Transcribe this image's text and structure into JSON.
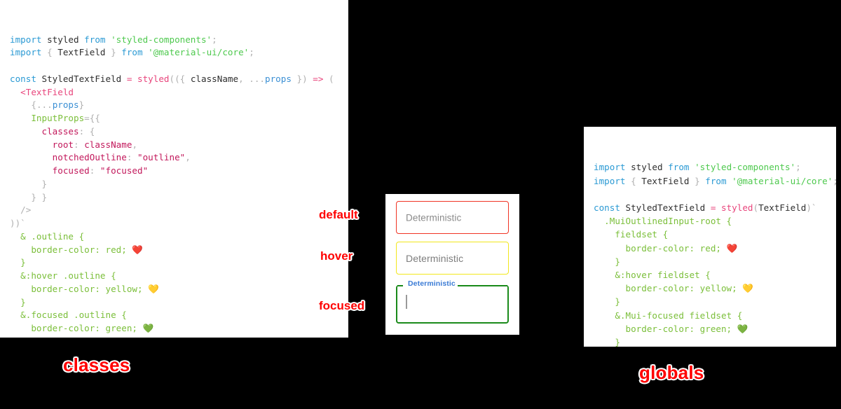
{
  "panels": {
    "classes": {
      "title": "classes",
      "lines": [
        [
          {
            "t": "import ",
            "c": "t-kw"
          },
          {
            "t": "styled",
            "c": "t-plain"
          },
          {
            "t": " from ",
            "c": "t-kw"
          },
          {
            "t": "'styled-components'",
            "c": "t-str"
          },
          {
            "t": ";",
            "c": "t-punct"
          }
        ],
        [
          {
            "t": "import ",
            "c": "t-kw"
          },
          {
            "t": "{",
            "c": "t-punct"
          },
          {
            "t": " TextField ",
            "c": "t-plain"
          },
          {
            "t": "}",
            "c": "t-punct"
          },
          {
            "t": " from ",
            "c": "t-kw"
          },
          {
            "t": "'@material-ui/core'",
            "c": "t-str"
          },
          {
            "t": ";",
            "c": "t-punct"
          }
        ],
        [
          {
            "t": "",
            "c": "t-plain"
          }
        ],
        [
          {
            "t": "const ",
            "c": "t-kw"
          },
          {
            "t": "StyledTextField",
            "c": "t-plain"
          },
          {
            "t": " = ",
            "c": "t-fn"
          },
          {
            "t": "styled",
            "c": "t-fn"
          },
          {
            "t": "((",
            "c": "t-punct"
          },
          {
            "t": "{ ",
            "c": "t-punct"
          },
          {
            "t": "className",
            "c": "t-plain"
          },
          {
            "t": ", ",
            "c": "t-punct"
          },
          {
            "t": "...",
            "c": "t-punct"
          },
          {
            "t": "props",
            "c": "t-var"
          },
          {
            "t": " }",
            "c": "t-punct"
          },
          {
            "t": ")",
            "c": "t-punct"
          },
          {
            "t": " => ",
            "c": "t-fn"
          },
          {
            "t": "(",
            "c": "t-punct"
          }
        ],
        [
          {
            "t": "  ",
            "c": "t-plain"
          },
          {
            "t": "<TextField",
            "c": "t-fn"
          }
        ],
        [
          {
            "t": "    ",
            "c": "t-plain"
          },
          {
            "t": "{",
            "c": "t-punct"
          },
          {
            "t": "...",
            "c": "t-punct"
          },
          {
            "t": "props",
            "c": "t-var"
          },
          {
            "t": "}",
            "c": "t-punct"
          }
        ],
        [
          {
            "t": "    ",
            "c": "t-plain"
          },
          {
            "t": "InputProps",
            "c": "t-attr"
          },
          {
            "t": "=",
            "c": "t-punct"
          },
          {
            "t": "{{",
            "c": "t-punct"
          }
        ],
        [
          {
            "t": "      ",
            "c": "t-plain"
          },
          {
            "t": "classes",
            "c": "t-prop"
          },
          {
            "t": ": ",
            "c": "t-punct"
          },
          {
            "t": "{",
            "c": "t-punct"
          }
        ],
        [
          {
            "t": "        ",
            "c": "t-plain"
          },
          {
            "t": "root",
            "c": "t-prop"
          },
          {
            "t": ": ",
            "c": "t-punct"
          },
          {
            "t": "className",
            "c": "t-prop"
          },
          {
            "t": ",",
            "c": "t-punct"
          }
        ],
        [
          {
            "t": "        ",
            "c": "t-plain"
          },
          {
            "t": "notchedOutline",
            "c": "t-prop"
          },
          {
            "t": ": ",
            "c": "t-punct"
          },
          {
            "t": "\"outline\"",
            "c": "t-prop"
          },
          {
            "t": ",",
            "c": "t-punct"
          }
        ],
        [
          {
            "t": "        ",
            "c": "t-plain"
          },
          {
            "t": "focused",
            "c": "t-prop"
          },
          {
            "t": ": ",
            "c": "t-punct"
          },
          {
            "t": "\"focused\"",
            "c": "t-prop"
          }
        ],
        [
          {
            "t": "      ",
            "c": "t-plain"
          },
          {
            "t": "}",
            "c": "t-punct"
          }
        ],
        [
          {
            "t": "    ",
            "c": "t-plain"
          },
          {
            "t": "} }",
            "c": "t-punct"
          }
        ],
        [
          {
            "t": "  ",
            "c": "t-plain"
          },
          {
            "t": "/>",
            "c": "t-punct"
          }
        ],
        [
          {
            "t": "))`",
            "c": "t-punct"
          }
        ],
        [
          {
            "t": "  ",
            "c": "t-plain"
          },
          {
            "t": "& .outline {",
            "c": "t-css"
          }
        ],
        [
          {
            "t": "    ",
            "c": "t-plain"
          },
          {
            "t": "border-color: red; ",
            "c": "t-css"
          },
          {
            "t": "❤️",
            "c": "emoji"
          }
        ],
        [
          {
            "t": "  ",
            "c": "t-plain"
          },
          {
            "t": "}",
            "c": "t-css"
          }
        ],
        [
          {
            "t": "  ",
            "c": "t-plain"
          },
          {
            "t": "&:hover .outline {",
            "c": "t-css"
          }
        ],
        [
          {
            "t": "    ",
            "c": "t-plain"
          },
          {
            "t": "border-color: yellow; ",
            "c": "t-css"
          },
          {
            "t": "💛",
            "c": "emoji"
          }
        ],
        [
          {
            "t": "  ",
            "c": "t-plain"
          },
          {
            "t": "}",
            "c": "t-css"
          }
        ],
        [
          {
            "t": "  ",
            "c": "t-plain"
          },
          {
            "t": "&.focused .outline {",
            "c": "t-css"
          }
        ],
        [
          {
            "t": "    ",
            "c": "t-plain"
          },
          {
            "t": "border-color: green; ",
            "c": "t-css"
          },
          {
            "t": "💚",
            "c": "emoji"
          }
        ],
        [
          {
            "t": "  ",
            "c": "t-plain"
          },
          {
            "t": "}",
            "c": "t-css"
          }
        ],
        [
          {
            "t": "`;",
            "c": "t-punct"
          }
        ]
      ]
    },
    "globals": {
      "title": "globals",
      "lines": [
        [
          {
            "t": "import ",
            "c": "t-kw"
          },
          {
            "t": "styled",
            "c": "t-plain"
          },
          {
            "t": " from ",
            "c": "t-kw"
          },
          {
            "t": "'styled-components'",
            "c": "t-str"
          },
          {
            "t": ";",
            "c": "t-punct"
          }
        ],
        [
          {
            "t": "import ",
            "c": "t-kw"
          },
          {
            "t": "{",
            "c": "t-punct"
          },
          {
            "t": " TextField ",
            "c": "t-plain"
          },
          {
            "t": "}",
            "c": "t-punct"
          },
          {
            "t": " from ",
            "c": "t-kw"
          },
          {
            "t": "'@material-ui/core'",
            "c": "t-str"
          },
          {
            "t": ";",
            "c": "t-punct"
          }
        ],
        [
          {
            "t": "",
            "c": "t-plain"
          }
        ],
        [
          {
            "t": "const ",
            "c": "t-kw"
          },
          {
            "t": "StyledTextField",
            "c": "t-plain"
          },
          {
            "t": " = ",
            "c": "t-fn"
          },
          {
            "t": "styled",
            "c": "t-fn"
          },
          {
            "t": "(",
            "c": "t-punct"
          },
          {
            "t": "TextField",
            "c": "t-plain"
          },
          {
            "t": ")`",
            "c": "t-punct"
          }
        ],
        [
          {
            "t": "  ",
            "c": "t-plain"
          },
          {
            "t": ".MuiOutlinedInput-root {",
            "c": "t-css"
          }
        ],
        [
          {
            "t": "    ",
            "c": "t-plain"
          },
          {
            "t": "fieldset {",
            "c": "t-css"
          }
        ],
        [
          {
            "t": "      ",
            "c": "t-plain"
          },
          {
            "t": "border-color: red; ",
            "c": "t-css"
          },
          {
            "t": "❤️",
            "c": "emoji"
          }
        ],
        [
          {
            "t": "    ",
            "c": "t-plain"
          },
          {
            "t": "}",
            "c": "t-css"
          }
        ],
        [
          {
            "t": "    ",
            "c": "t-plain"
          },
          {
            "t": "&:hover fieldset {",
            "c": "t-css"
          }
        ],
        [
          {
            "t": "      ",
            "c": "t-plain"
          },
          {
            "t": "border-color: yellow; ",
            "c": "t-css"
          },
          {
            "t": "💛",
            "c": "emoji"
          }
        ],
        [
          {
            "t": "    ",
            "c": "t-plain"
          },
          {
            "t": "}",
            "c": "t-css"
          }
        ],
        [
          {
            "t": "    ",
            "c": "t-plain"
          },
          {
            "t": "&.Mui-focused fieldset {",
            "c": "t-css"
          }
        ],
        [
          {
            "t": "      ",
            "c": "t-plain"
          },
          {
            "t": "border-color: green; ",
            "c": "t-css"
          },
          {
            "t": "💚",
            "c": "emoji"
          }
        ],
        [
          {
            "t": "    ",
            "c": "t-plain"
          },
          {
            "t": "}",
            "c": "t-css"
          }
        ],
        [
          {
            "t": "  ",
            "c": "t-plain"
          },
          {
            "t": "}",
            "c": "t-css"
          }
        ],
        [
          {
            "t": "`;",
            "c": "t-punct"
          }
        ]
      ]
    }
  },
  "demo": {
    "fields": [
      {
        "state": "default",
        "value": "Deterministic",
        "border_color": "#f03424"
      },
      {
        "state": "hover",
        "value": "Deterministic",
        "border_color": "#f2e71c"
      },
      {
        "state": "focused",
        "label": "Deterministic",
        "value": "",
        "border_color": "#1a8a1a",
        "label_color": "#3a7bd5"
      }
    ]
  },
  "annotations": {
    "state_default": "default",
    "state_hover": "hover",
    "state_focused": "focused"
  },
  "colors": {
    "background": "#000000",
    "panel": "#ffffff",
    "annotation": "#ff0000",
    "red": "#f03424",
    "yellow": "#f2e71c",
    "green": "#1a8a1a",
    "label_blue": "#3a7bd5"
  }
}
